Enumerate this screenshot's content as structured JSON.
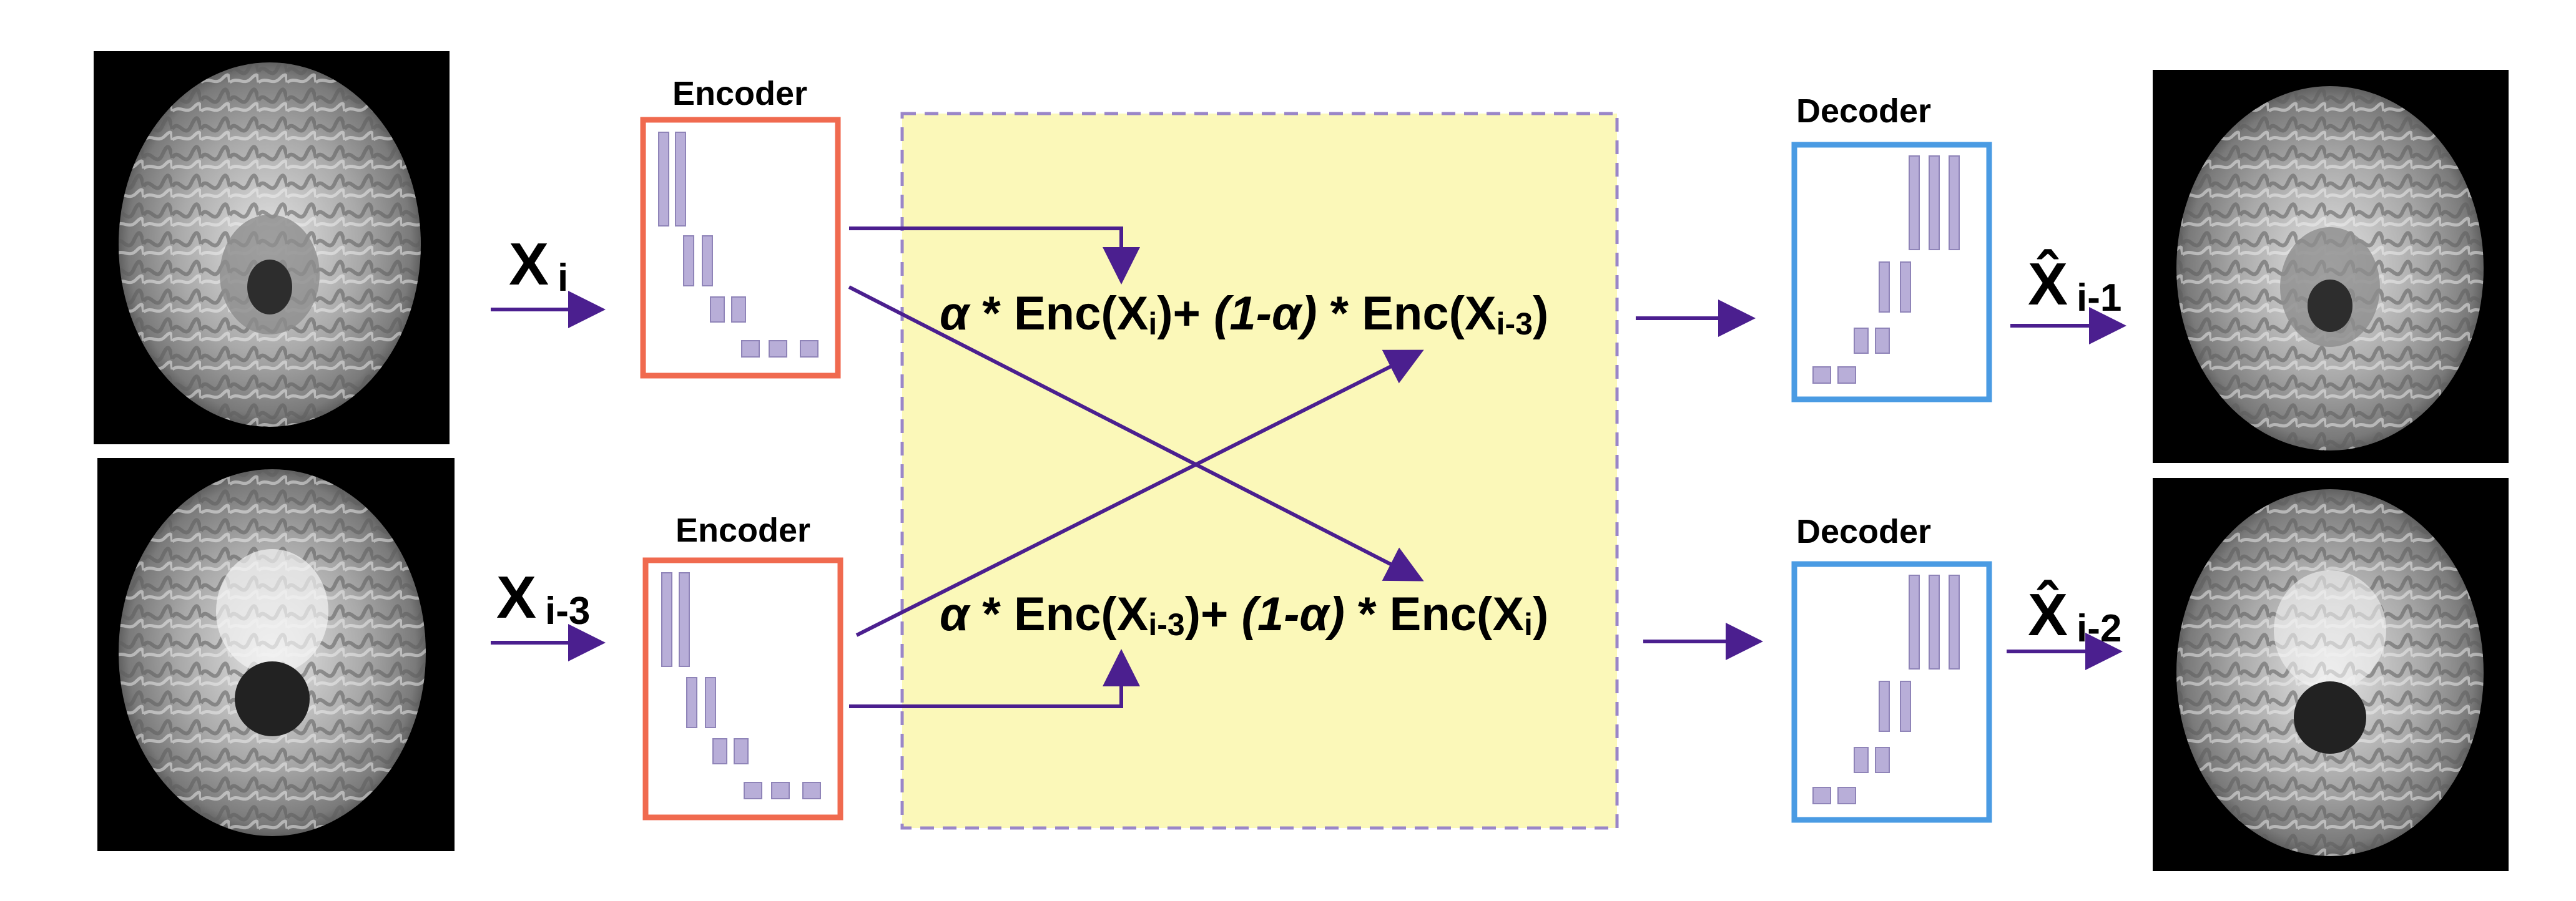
{
  "encoder_top": {
    "title": "Encoder",
    "border_color": "#f06a4f"
  },
  "encoder_bottom": {
    "title": "Encoder",
    "border_color": "#f06a4f"
  },
  "decoder_top": {
    "title": "Decoder",
    "border_color": "#4a9be3"
  },
  "decoder_bottom": {
    "title": "Decoder",
    "border_color": "#4a9be3"
  },
  "inputs": {
    "top": {
      "var": "X",
      "sub": "i"
    },
    "bottom": {
      "var": "X",
      "sub": "i-3"
    }
  },
  "outputs": {
    "top": {
      "var": "X̂",
      "sub": "i-1"
    },
    "bottom": {
      "var": "X̂",
      "sub": "i-2"
    }
  },
  "mixing": {
    "background_color": "#fbf8b9",
    "dash_color": "#9a86c8",
    "top": {
      "alpha": "α",
      "star1": " * Enc(X",
      "sub1": "i",
      "plus": ")+ ",
      "one_minus_alpha": "(1-α)",
      "star2": " * Enc(X",
      "sub2": "i-3",
      "close": ")"
    },
    "bottom": {
      "alpha": "α",
      "star1": " * Enc(X",
      "sub1": "i-3",
      "plus": ")+ ",
      "one_minus_alpha": "(1-α)",
      "star2": " * Enc(X",
      "sub2": "i",
      "close": ")"
    }
  },
  "arrow_color": "#4b1f8f",
  "net_color": "#b8aed8"
}
